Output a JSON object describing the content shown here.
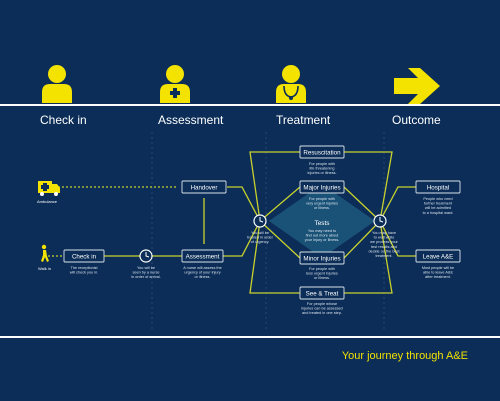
{
  "stages": [
    {
      "label": "Check in",
      "icon": "person-icon"
    },
    {
      "label": "Assessment",
      "icon": "nurse-icon"
    },
    {
      "label": "Treatment",
      "icon": "doctor-icon"
    },
    {
      "label": "Outcome",
      "icon": "arrow-right-icon"
    }
  ],
  "entries": {
    "ambulance": {
      "label": "Ambulance",
      "icon": "ambulance-icon"
    },
    "walk_in": {
      "label": "Walk in",
      "icon": "walking-person-icon"
    }
  },
  "nodes": {
    "check_in": {
      "label": "Check in",
      "desc": [
        "The receptionist",
        "will check you in."
      ]
    },
    "handover": {
      "label": "Handover"
    },
    "assessment": {
      "label": "Assessment",
      "desc": [
        "A nurse will assess the",
        "urgency of your injury",
        "or illness."
      ]
    },
    "resuscitation": {
      "label": "Resuscitation",
      "desc": [
        "For people with",
        "life threatening",
        "injuries or illness."
      ]
    },
    "major_injuries": {
      "label": "Major Injuries",
      "desc": [
        "For people with",
        "very urgent injuries",
        "or illness."
      ]
    },
    "minor_injuries": {
      "label": "Minor Injuries",
      "desc": [
        "For people with",
        "less urgent injuries",
        "or illness."
      ]
    },
    "see_treat": {
      "label": "See & Treat",
      "desc": [
        "For people whose",
        "injuries can be assessed",
        "and treated in one step."
      ]
    },
    "hospital": {
      "label": "Hospital",
      "desc": [
        "People who need",
        "further treatment",
        "will be admitted",
        "to a hospital ward."
      ]
    },
    "leave": {
      "label": "Leave A&E",
      "desc": [
        "Most people will be",
        "able to leave A&E",
        "after treatment."
      ]
    }
  },
  "tests": {
    "label": "Tests",
    "desc": [
      "You may need to",
      "find out more about",
      "your injury or illness."
    ]
  },
  "waits": {
    "wait1": [
      "You will be",
      "seen by a nurse",
      "in order of arrival."
    ],
    "wait2": [
      "You will be",
      "treated in order",
      "of urgency."
    ],
    "wait3": [
      "You may have",
      "to wait while",
      "we process your",
      "test results and",
      "decide on the best",
      "treatment."
    ]
  },
  "footer": {
    "title": "Your journey through A&E"
  },
  "colors": {
    "background": "#0b2d57",
    "accent": "#f4e200",
    "line": "#c8d12e",
    "text": "#ffffff",
    "box_border": "#d9e2ea"
  }
}
